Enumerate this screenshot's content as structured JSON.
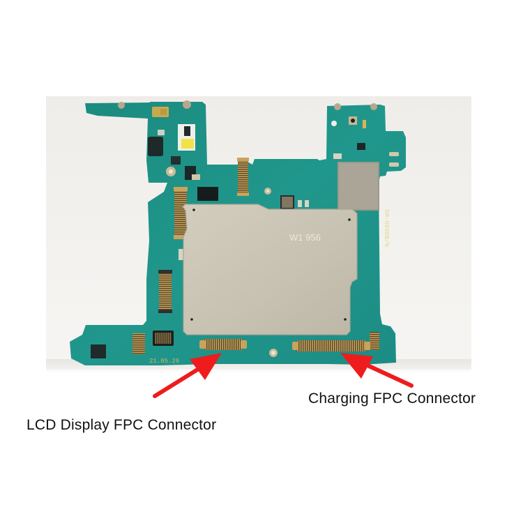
{
  "image": {
    "description": "Photo of a smartphone main logic board with red arrows pointing to two connectors",
    "background_color": "#ffffff",
    "pcb_color": "#1f8f86",
    "shield_color": "#c9c3b3",
    "arrow_color": "#ee1c1c"
  },
  "annotations": [
    {
      "id": "lcd",
      "label": "LCD Display FPC Connector"
    },
    {
      "id": "charging",
      "label": "Charging FPC Connector"
    }
  ],
  "silkscreen": {
    "date_code": "21.05.26",
    "shield_marking": "W1 956",
    "board_id": "SM-G990B/N"
  }
}
